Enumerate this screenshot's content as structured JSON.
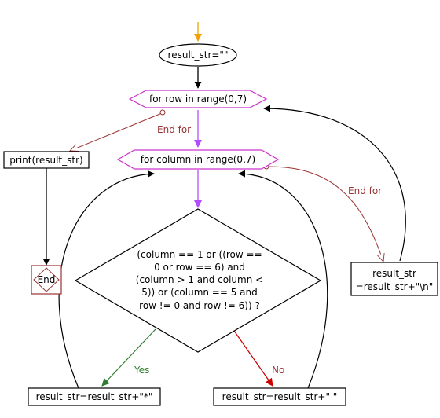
{
  "nodes": {
    "init": "result_str=\"\"",
    "row_loop": "for row in range(0,7)",
    "col_loop": "for column in range(0,7)",
    "print": "print(result_str)",
    "end": "End",
    "condition": [
      "(column == 1 or ((row ==",
      "0 or row == 6) and",
      "(column > 1 and column <",
      "5)) or (column == 5 and",
      "row != 0 and row != 6)) ?"
    ],
    "newline": [
      "result_str",
      "=result_str+\"\\n\""
    ],
    "star": "result_str=result_str+\"*\"",
    "space": "result_str=result_str+\" \""
  },
  "edge_labels": {
    "row_end": "End for",
    "col_end": "End for",
    "yes": "Yes",
    "no": "No"
  },
  "colors": {
    "start_arrow": "#f0a000",
    "loop_border": "#cc33cc",
    "loop_arrow": "#b34dff",
    "end_for": "#993333",
    "yes": "#2e7d2e",
    "no": "#cc0000",
    "line": "#000000",
    "end_box": "#993333"
  }
}
